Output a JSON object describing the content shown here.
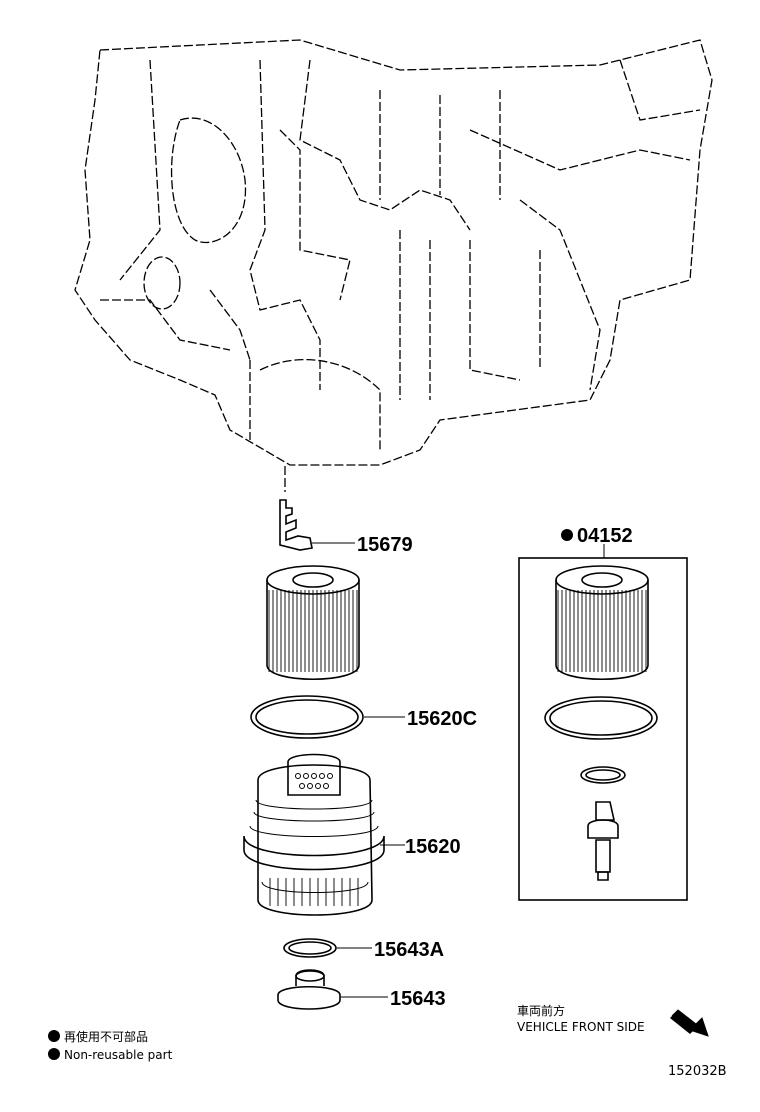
{
  "parts": {
    "p15679": "15679",
    "p04152": "04152",
    "p15620C": "15620C",
    "p15620": "15620",
    "p15643A": "15643A",
    "p15643": "15643"
  },
  "direction": {
    "line1": "車両前方",
    "line2": "VEHICLE FRONT SIDE"
  },
  "legend": {
    "jp": "再使用不可部品",
    "en": "Non-reusable part"
  },
  "figure_id": "152032B"
}
